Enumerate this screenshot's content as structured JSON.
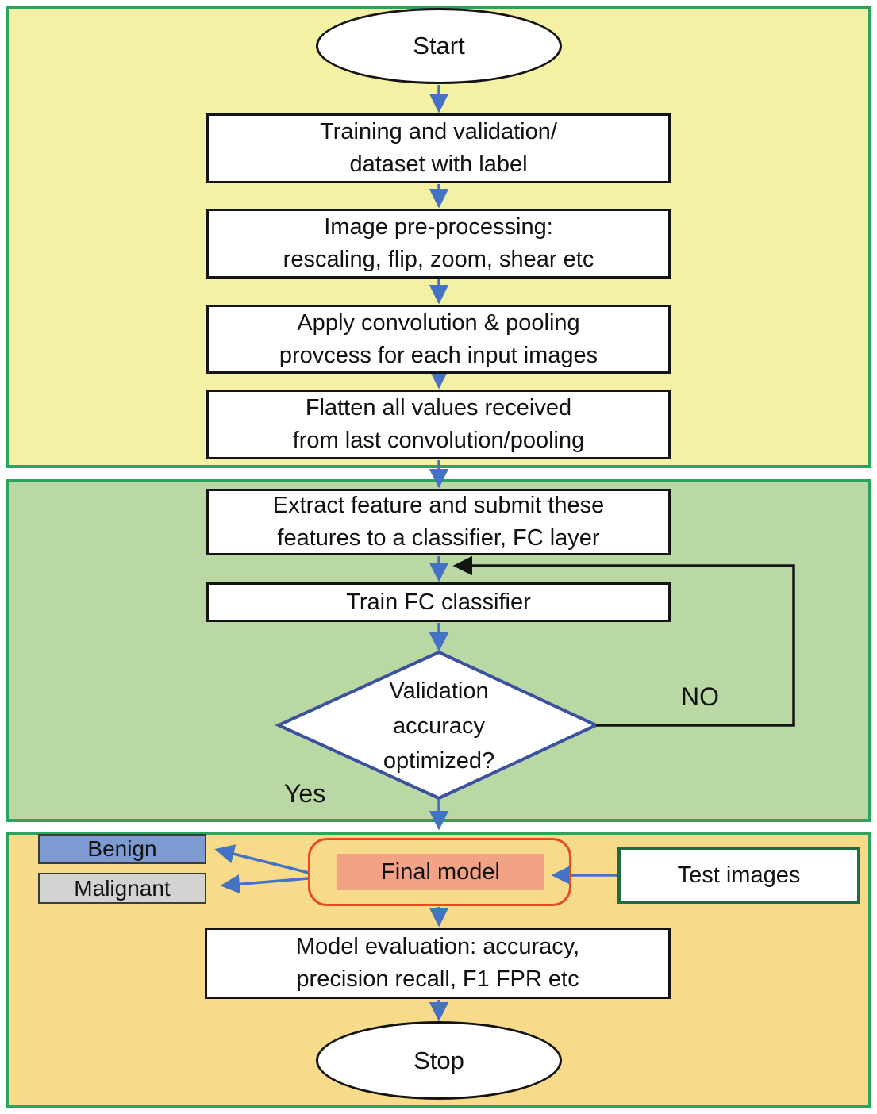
{
  "diagram_title": "CNN training and evaluation flowchart",
  "colors": {
    "section_border_green": "#2da45d",
    "section_top_bg": "#f4f0a4",
    "section_middle_bg": "#bad8a4",
    "section_bottom_bg": "#f8db8a",
    "arrow_blue": "#4472c4",
    "loop_black": "#141414",
    "diamond_border": "#3c50a0",
    "benign_fill": "#7e9bd1",
    "malignant_fill": "#d3d3d1",
    "final_model_fill": "#f2a285",
    "final_model_border": "#e44d1f",
    "test_images_border": "#206b41"
  },
  "nodes": {
    "start": {
      "label": "Start"
    },
    "training_dataset": {
      "line1": "Training and validation/",
      "line2": "dataset with label"
    },
    "preprocessing": {
      "line1": "Image pre-processing:",
      "line2": "rescaling, flip, zoom, shear etc"
    },
    "convolution": {
      "line1": "Apply convolution & pooling",
      "line2": "provcess for each input images"
    },
    "flatten": {
      "line1": "Flatten all values received",
      "line2": "from last convolution/pooling"
    },
    "extract_features": {
      "line1": "Extract feature and submit these",
      "line2": "features to a classifier, FC layer"
    },
    "train_fc": {
      "label": "Train FC classifier"
    },
    "decision": {
      "line1": "Validation",
      "line2": "accuracy",
      "line3": "optimized?"
    },
    "benign": {
      "label": "Benign"
    },
    "malignant": {
      "label": "Malignant"
    },
    "final_model": {
      "label": "Final model"
    },
    "test_images": {
      "label": "Test images"
    },
    "evaluation": {
      "line1": "Model evaluation: accuracy,",
      "line2": "precision recall, F1 FPR etc"
    },
    "stop": {
      "label": "Stop"
    }
  },
  "edge_labels": {
    "no": "NO",
    "yes": "Yes"
  }
}
